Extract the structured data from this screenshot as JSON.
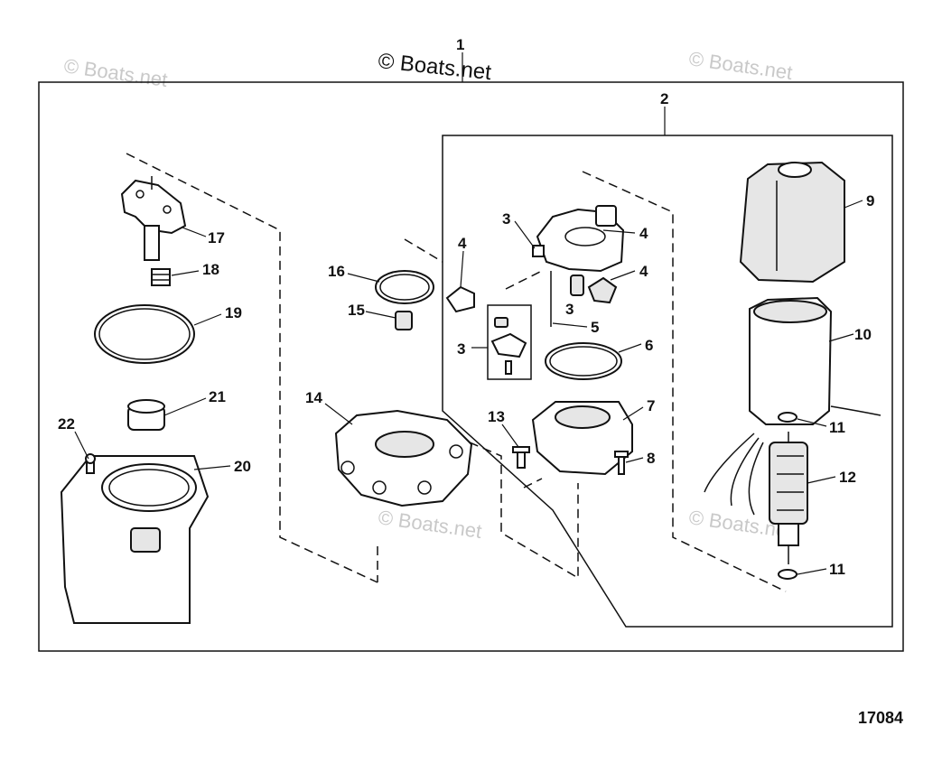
{
  "watermarks": {
    "main": "© Boats.net",
    "faint": "© Boats.net"
  },
  "figure_number": "17084",
  "callouts": {
    "c1": "1",
    "c2": "2",
    "c3a": "3",
    "c3b": "3",
    "c3c": "3",
    "c4a": "4",
    "c4b": "4",
    "c4c": "4",
    "c5": "5",
    "c6": "6",
    "c7": "7",
    "c8": "8",
    "c9": "9",
    "c10": "10",
    "c11a": "11",
    "c11b": "11",
    "c12": "12",
    "c13": "13",
    "c14": "14",
    "c15": "15",
    "c16": "16",
    "c17": "17",
    "c18": "18",
    "c19": "19",
    "c20": "20",
    "c21": "21",
    "c22": "22"
  }
}
